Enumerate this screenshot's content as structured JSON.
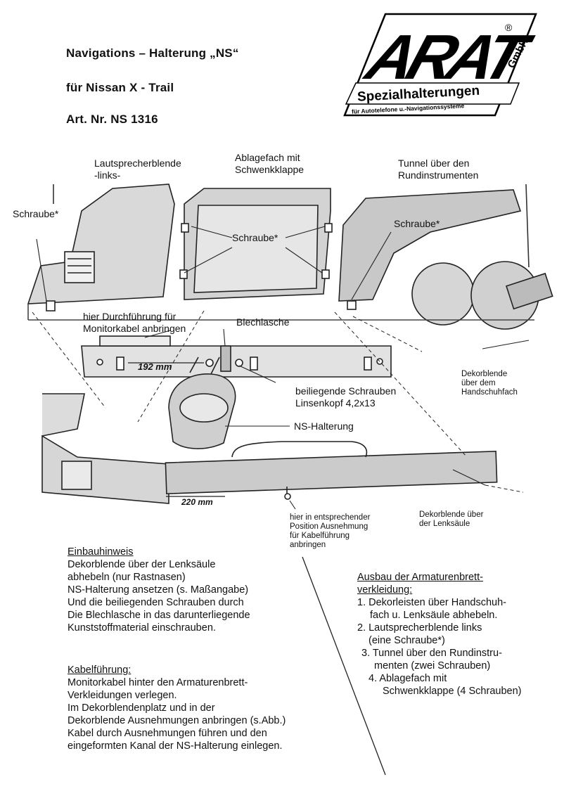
{
  "header": {
    "title": "Navigations – Halterung „NS“",
    "subtitle": "für Nissan X - Trail",
    "article": "Art. Nr.  NS 1316"
  },
  "logo": {
    "wordmark": "ARAT",
    "registered": "®",
    "gmbh": "GmbH",
    "tagline": "Spezialhalterungen",
    "subtagline": "für Autotelefone u.-Navigationssysteme"
  },
  "diagram": {
    "labels": {
      "lautsprecher_1": "Lautsprecherblende",
      "lautsprecher_2": "-links-",
      "ablagefach_1": "Ablagefach mit",
      "ablagefach_2": "Schwenkklappe",
      "tunnel_1": "Tunnel über den",
      "tunnel_2": "Rundinstrumenten",
      "schraube_left": "Schraube*",
      "schraube_center": "Schraube*",
      "schraube_right": "Schraube*",
      "durchfuehrung_1": "hier Durchführung für",
      "durchfuehrung_2": "Monitorkabel anbringen",
      "blechlasche": "Blechlasche",
      "schrauben_1": "beiliegende Schrauben",
      "schrauben_2": "Linsenkopf 4,2x13",
      "ns_halterung": "NS-Halterung",
      "dekor_hand_1": "Dekorblende",
      "dekor_hand_2": "über dem",
      "dekor_hand_3": "Handschuhfach",
      "ausnehmung_1": "hier in entsprechender",
      "ausnehmung_2": "Position Ausnehmung",
      "ausnehmung_3": "für Kabelführung",
      "ausnehmung_4": "anbringen",
      "dekor_lenk_1": "Dekorblende über",
      "dekor_lenk_2": "der Lenksäule",
      "dim_192": "192 mm",
      "dim_220": "220 mm"
    }
  },
  "einbau": {
    "heading": "Einbauhinweis",
    "lines": [
      "Dekorblende über der Lenksäule",
      "abhebeln (nur Rastnasen)",
      "NS-Halterung ansetzen (s. Maßangabe)",
      "Und die beiliegenden Schrauben durch",
      "Die Blechlasche in das darunterliegende",
      "Kunststoffmaterial einschrauben."
    ]
  },
  "kabel": {
    "heading": "Kabelführung:",
    "lines": [
      "Monitorkabel hinter den Armaturenbrett-",
      "Verkleidungen verlegen.",
      "Im Dekorblendenplatz und in der",
      "Dekorblende Ausnehmungen anbringen (s.Abb.)",
      "Kabel durch Ausnehmungen führen und den",
      "eingeformten Kanal der NS-Halterung einlegen."
    ]
  },
  "ausbau": {
    "heading_1": "Ausbau der Armaturenbrett-",
    "heading_2": "verkleidung:",
    "steps": [
      "1. Dekorleisten über Handschuh-",
      "fach u. Lenksäule abhebeln.",
      "2. Lautsprecherblende links",
      "(eine Schraube*)",
      "3. Tunnel über den Rundinstru-",
      "menten (zwei Schrauben)",
      "4. Ablagefach mit",
      "Schwenkklappe (4 Schrauben)"
    ]
  }
}
